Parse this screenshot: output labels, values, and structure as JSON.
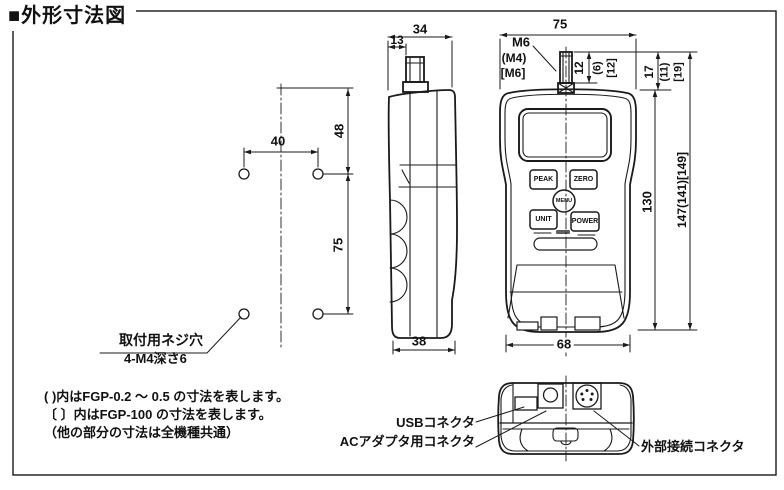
{
  "page": {
    "title": "■外形寸法図"
  },
  "colors": {
    "line": "#1a1a1a",
    "background": "#ffffff"
  },
  "side_view": {
    "dim_total_width": "34",
    "dim_shaft_offset": "13",
    "dim_top_to_holes": "48",
    "dim_holes_width": "40",
    "dim_holes_height": "75",
    "dim_bottom_width": "38",
    "mounting_hole_label": "取付用ネジ穴",
    "mounting_hole_spec": "4-M4深さ6"
  },
  "front_view": {
    "dim_total_width": "75",
    "shaft_thread": "M6",
    "shaft_thread_alt1": "(M4)",
    "shaft_thread_alt2": "[M6]",
    "dim_thread_len": "12",
    "dim_thread_len_alt1": "(6)",
    "dim_thread_len_alt2": "[12]",
    "dim_shaft_len": "17",
    "dim_shaft_len_alt1": "(11)",
    "dim_shaft_len_alt2": "[19]",
    "dim_body_height": "130",
    "dim_total_height": "147(141)[149]",
    "dim_bottom_width": "68",
    "buttons": {
      "peak": "PEAK",
      "zero": "ZERO",
      "menu": "MENU",
      "unit": "UNIT",
      "power": "POWER"
    }
  },
  "bottom_view": {
    "usb_label": "USBコネクタ",
    "ac_adapter_label": "ACアダプタ用コネクタ",
    "external_connector_label": "外部接続コネクタ"
  },
  "notes": {
    "line1": "( )内はFGP-0.2 ～ 0.5 の寸法を表します。",
    "line2": "〔 〕内はFGP-100 の寸法を表します。",
    "line3": "（他の部分の寸法は全機種共通）"
  }
}
